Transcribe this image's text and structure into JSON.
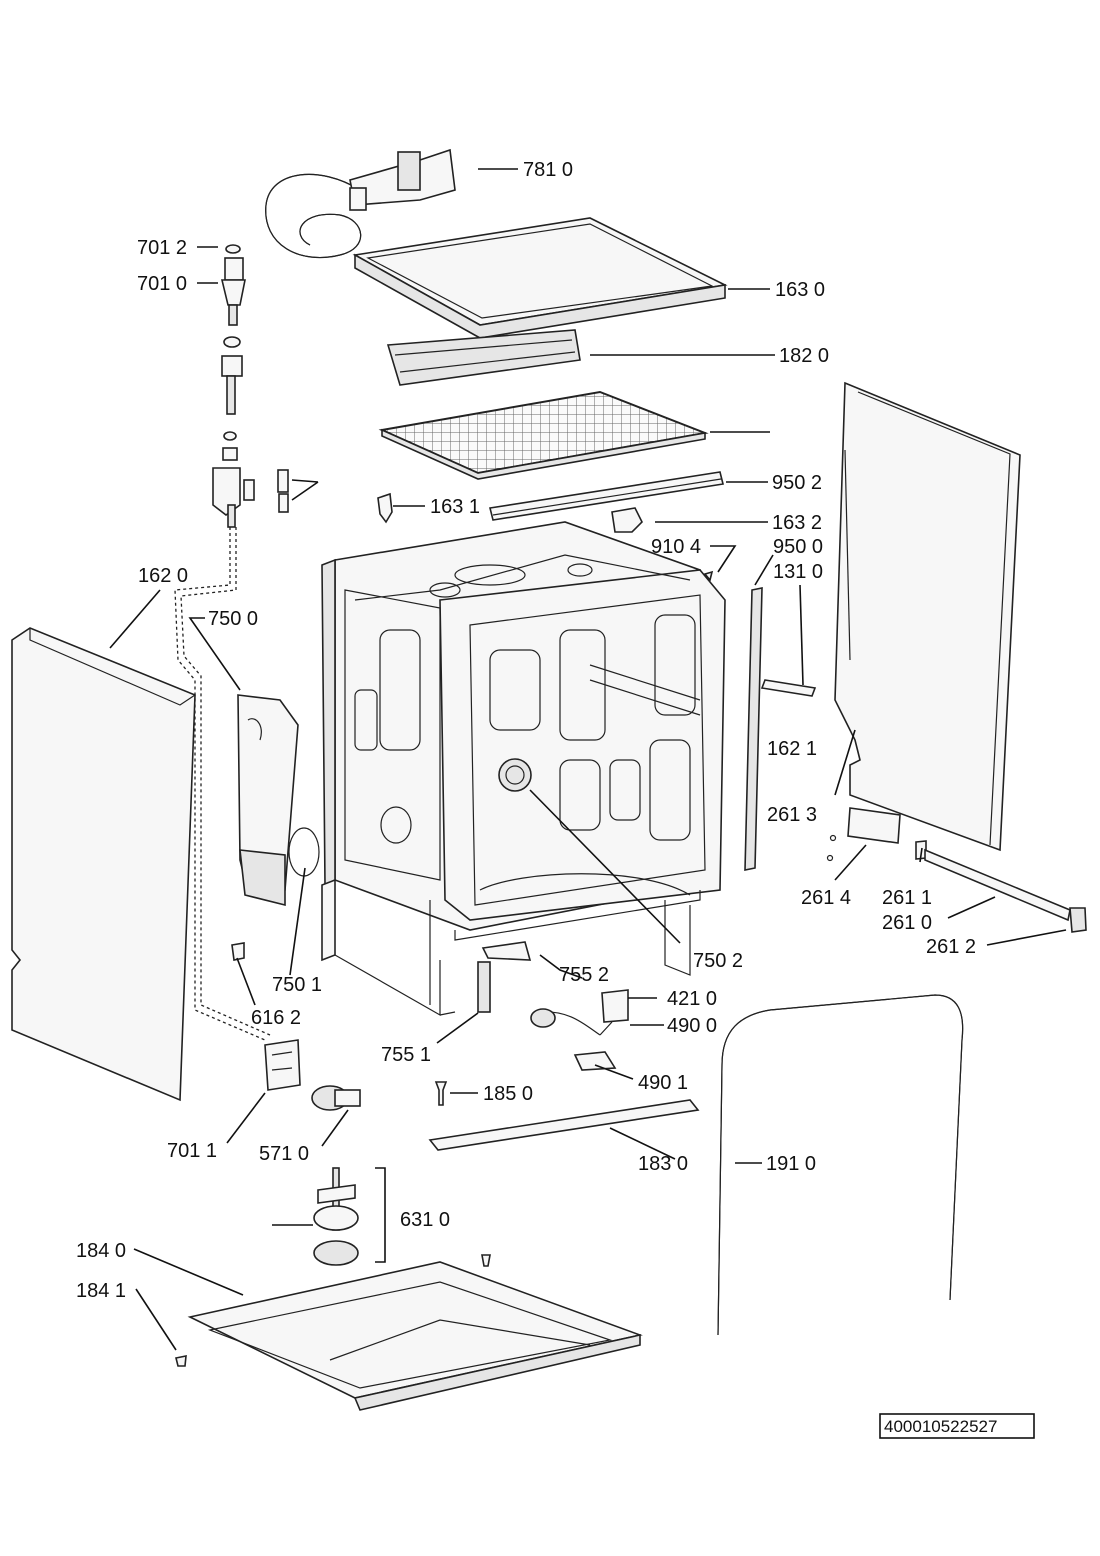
{
  "labels": {
    "p7810": "781 0",
    "p7012": "701 2",
    "p7010": "701 0",
    "p1630": "163 0",
    "p1820": "182 0",
    "p9502": "950 2",
    "p1631": "163 1",
    "p1632": "163 2",
    "p9104": "910 4",
    "p9500": "950 0",
    "p1310": "131 0",
    "p1620": "162 0",
    "p7500": "750 0",
    "p1621": "162 1",
    "p2613": "261 3",
    "p2614": "261 4",
    "p2611": "261 1",
    "p2610": "261 0",
    "p2612": "261 2",
    "p7502": "750 2",
    "p7552": "755 2",
    "p7501": "750 1",
    "p4210": "421 0",
    "p4900": "490 0",
    "p6162": "616 2",
    "p7551": "755 1",
    "p4901": "490 1",
    "p1850": "185 0",
    "p7011": "701 1",
    "p5710": "571 0",
    "p1830": "183 0",
    "p1910": "191 0",
    "p6310": "631 0",
    "p1840": "184 0",
    "p1841": "184 1"
  },
  "document_code": "400010522527"
}
